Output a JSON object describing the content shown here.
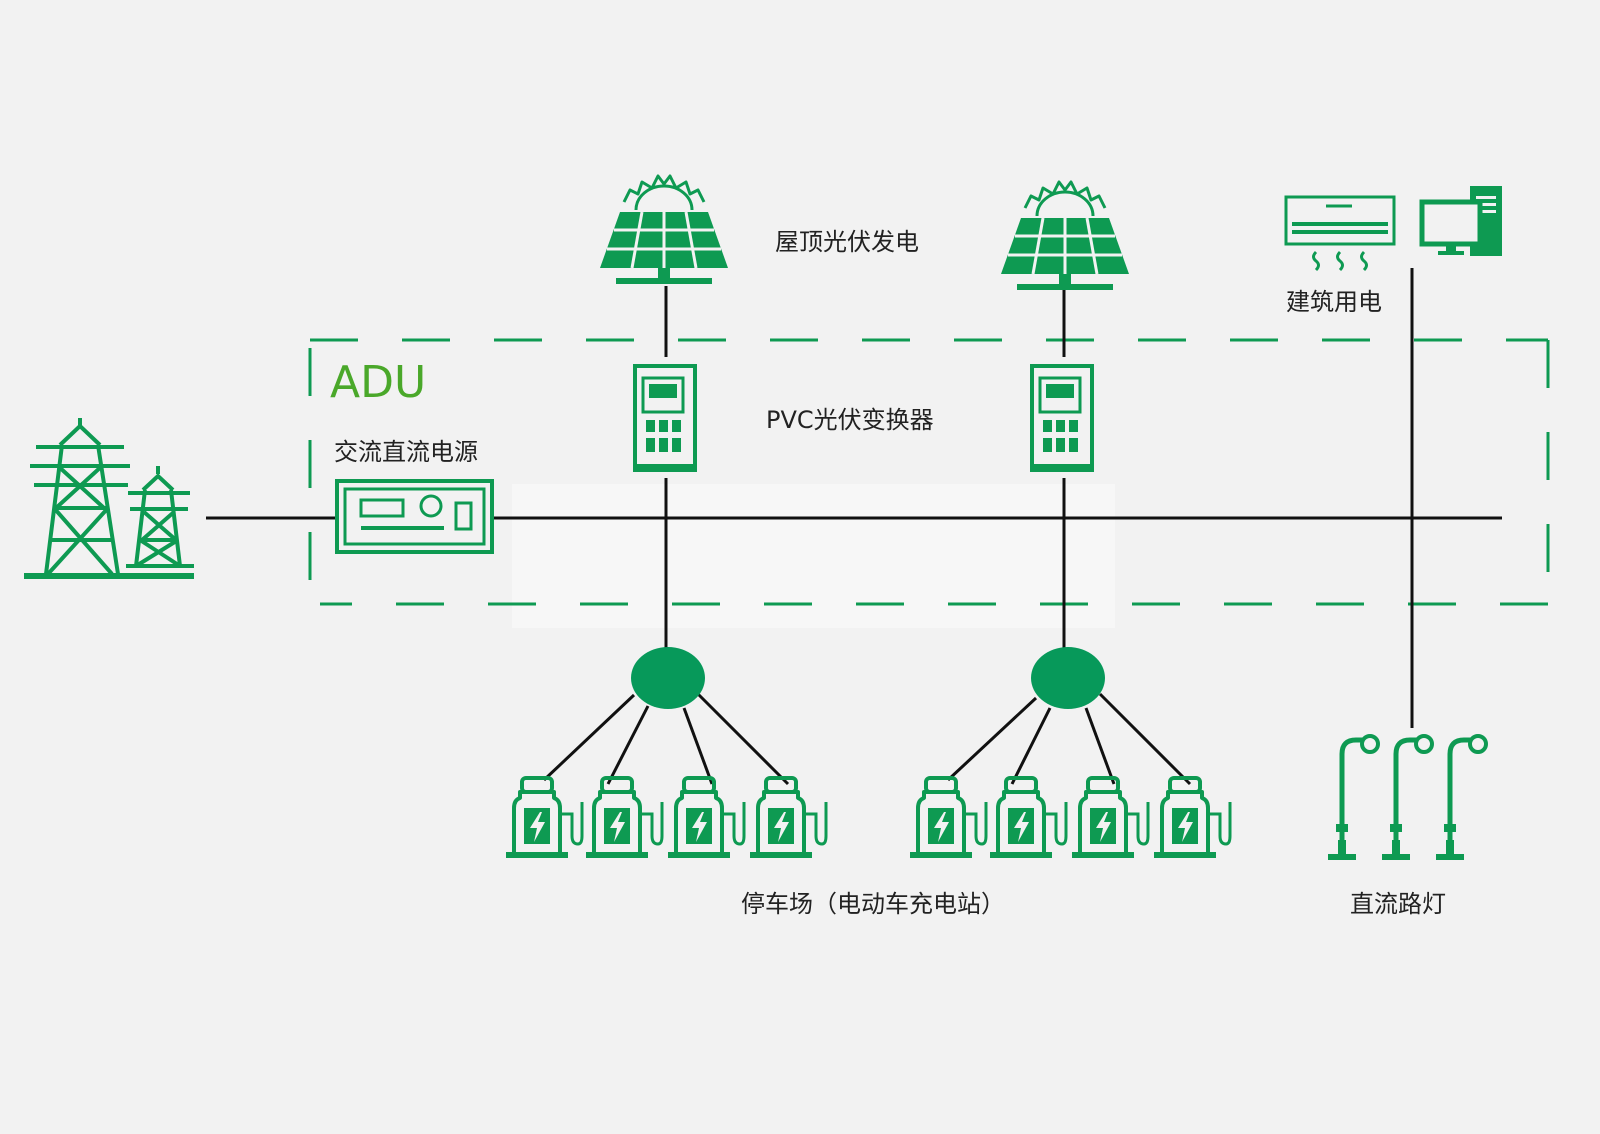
{
  "colors": {
    "background": "#f2f2f2",
    "icon": "#0e9a52",
    "hub": "#07995a",
    "line": "#111111",
    "adu_label": "#4aa82a",
    "label": "#222222"
  },
  "labels": {
    "adu": "ADU",
    "ac_dc_power": "交流直流电源",
    "rooftop_pv": "屋顶光伏发电",
    "pvc_converter": "PVC光伏变换器",
    "building_power": "建筑用电",
    "parking": "停车场（电动车充电站）",
    "dc_street_light": "直流路灯"
  },
  "icons": {
    "grid_tower": "power-tower-icon",
    "power_supply": "ac-dc-power-supply-icon",
    "solar_panel": "solar-panel-icon",
    "converter": "pv-converter-cabinet-icon",
    "air_conditioner": "air-conditioner-icon",
    "computer": "desktop-computer-icon",
    "charger": "ev-charger-icon",
    "street_light": "street-light-icon",
    "hub": "distribution-hub-node"
  }
}
